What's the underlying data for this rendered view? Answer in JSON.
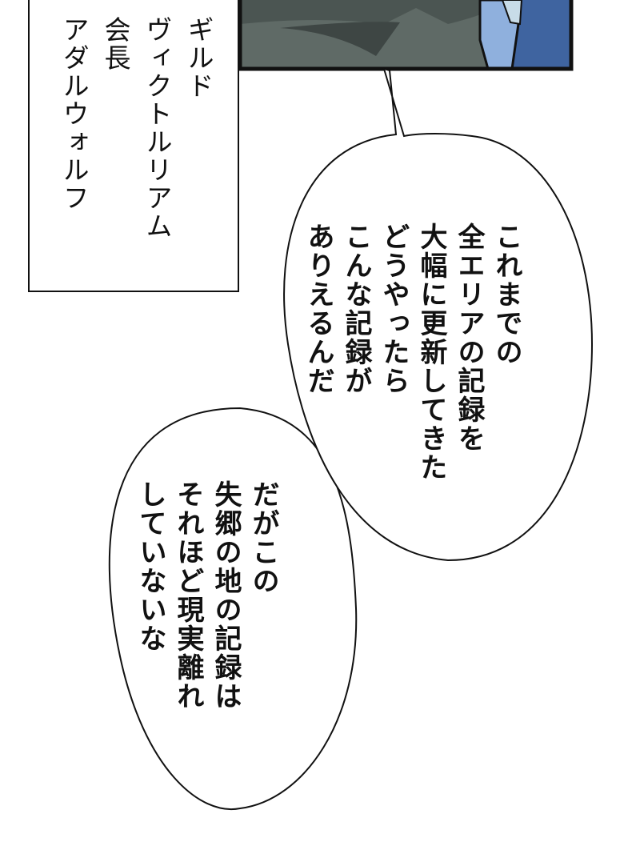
{
  "caption": {
    "lines": [
      "ギルド",
      "ヴィクトルリアム",
      "会長",
      "アダルウォルフ"
    ]
  },
  "bubble_1": {
    "lines": [
      "これまでの",
      "全エリアの記録を",
      "大幅に更新してきた",
      "どうやったら",
      "こんな記録が",
      "ありえるんだ"
    ]
  },
  "bubble_2": {
    "lines": [
      "だがこの",
      "失郷の地の記録は",
      "それほど現実離れ",
      "していないな"
    ]
  },
  "colors": {
    "panel_gray": "#5f6a66",
    "armor_blue": "#3f64a0",
    "ink": "#111111"
  }
}
